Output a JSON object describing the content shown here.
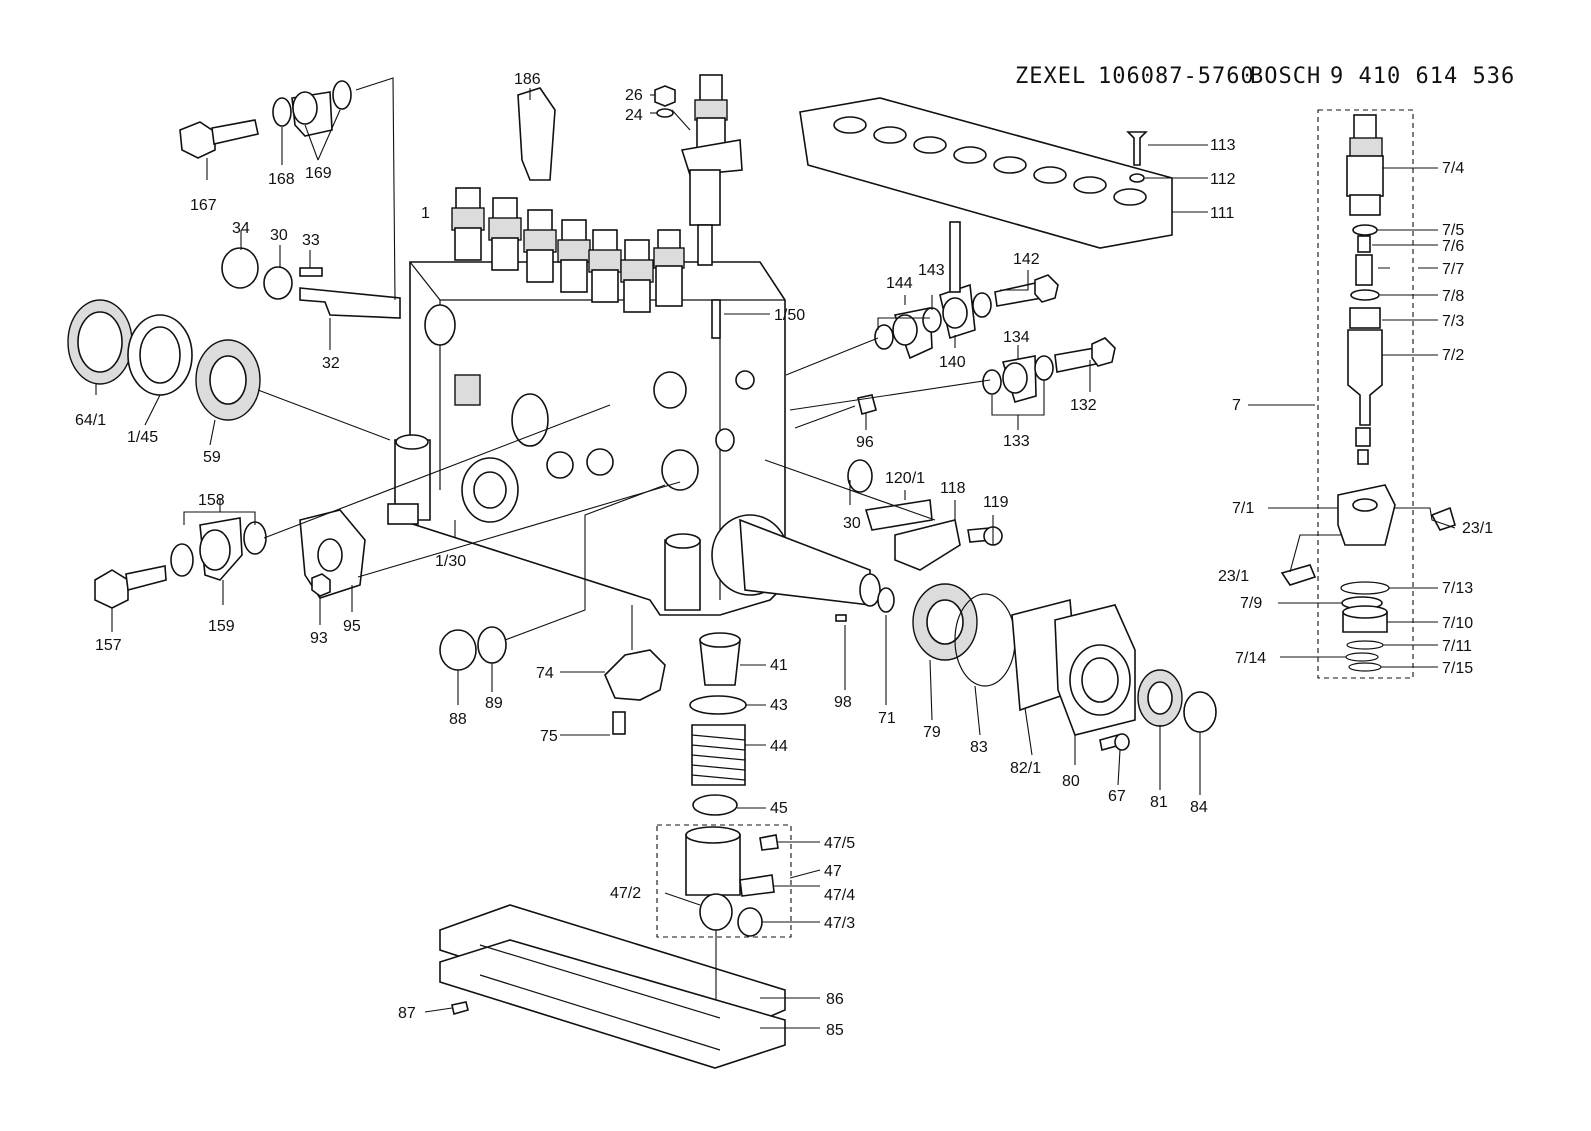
{
  "header": {
    "maker1": "ZEXEL",
    "part1": "106087-5760",
    "maker2": "BOSCH",
    "part2": "9 410 614 536"
  },
  "callouts": [
    "1",
    "1/30",
    "1/45",
    "1/50",
    "7",
    "7/1",
    "7/2",
    "7/3",
    "7/4",
    "7/5",
    "7/6",
    "7/7",
    "7/8",
    "7/9",
    "7/10",
    "7/11",
    "7/13",
    "7/14",
    "7/15",
    "23/1",
    "23/1",
    "24",
    "26",
    "30",
    "30",
    "32",
    "33",
    "34",
    "41",
    "43",
    "44",
    "45",
    "47",
    "47/2",
    "47/3",
    "47/4",
    "47/5",
    "59",
    "64/1",
    "67",
    "71",
    "74",
    "75",
    "79",
    "80",
    "81",
    "82/1",
    "83",
    "84",
    "85",
    "86",
    "87",
    "88",
    "89",
    "93",
    "95",
    "96",
    "98",
    "111",
    "112",
    "113",
    "118",
    "119",
    "120/1",
    "132",
    "133",
    "134",
    "140",
    "142",
    "143",
    "144",
    "157",
    "158",
    "159",
    "167",
    "168",
    "169",
    "186"
  ]
}
